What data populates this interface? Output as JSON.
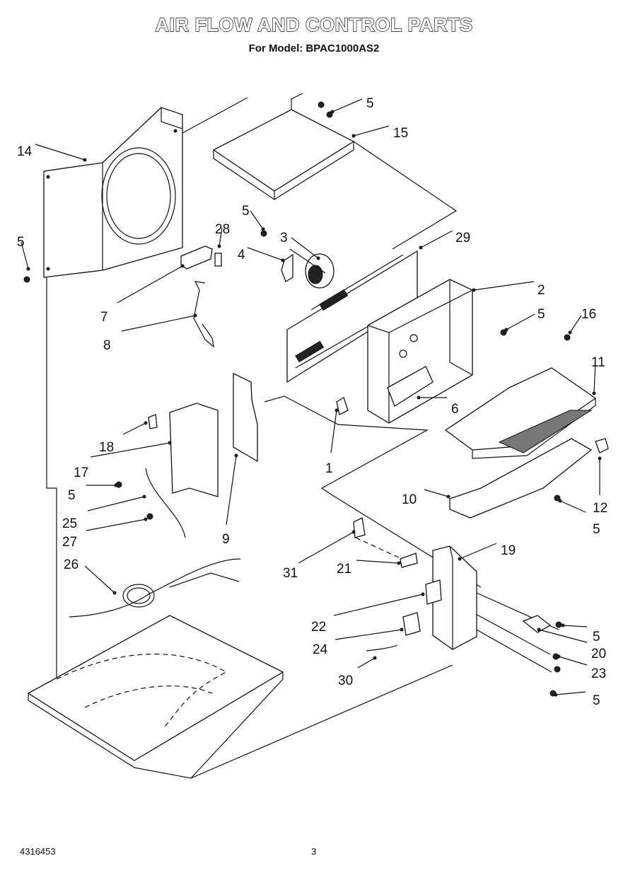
{
  "title": "AIR FLOW AND CONTROL PARTS",
  "subtitle": "For Model: BPAC1000AS2",
  "footer": {
    "doc_number": "4316453",
    "page_number": "3"
  },
  "callouts": [
    {
      "key": "c5a",
      "label": "5"
    },
    {
      "key": "c15",
      "label": "15"
    },
    {
      "key": "c14",
      "label": "14"
    },
    {
      "key": "c5b",
      "label": "5"
    },
    {
      "key": "c28",
      "label": "28"
    },
    {
      "key": "c3",
      "label": "3"
    },
    {
      "key": "c29",
      "label": "29"
    },
    {
      "key": "c5c",
      "label": "5"
    },
    {
      "key": "c4",
      "label": "4"
    },
    {
      "key": "c2",
      "label": "2"
    },
    {
      "key": "c7",
      "label": "7"
    },
    {
      "key": "c5d",
      "label": "5"
    },
    {
      "key": "c16",
      "label": "16"
    },
    {
      "key": "c8",
      "label": "8"
    },
    {
      "key": "c11",
      "label": "11"
    },
    {
      "key": "c6",
      "label": "6"
    },
    {
      "key": "c18",
      "label": "18"
    },
    {
      "key": "c17",
      "label": "17"
    },
    {
      "key": "c1",
      "label": "1"
    },
    {
      "key": "c12",
      "label": "12"
    },
    {
      "key": "c5e",
      "label": "5"
    },
    {
      "key": "c10",
      "label": "10"
    },
    {
      "key": "c25",
      "label": "25"
    },
    {
      "key": "c5f",
      "label": "5"
    },
    {
      "key": "c9",
      "label": "9"
    },
    {
      "key": "c27",
      "label": "27"
    },
    {
      "key": "c31",
      "label": "31"
    },
    {
      "key": "c21",
      "label": "21"
    },
    {
      "key": "c19",
      "label": "19"
    },
    {
      "key": "c26",
      "label": "26"
    },
    {
      "key": "c22",
      "label": "22"
    },
    {
      "key": "c5g",
      "label": "5"
    },
    {
      "key": "c24",
      "label": "24"
    },
    {
      "key": "c20",
      "label": "20"
    },
    {
      "key": "c30",
      "label": "30"
    },
    {
      "key": "c23",
      "label": "23"
    },
    {
      "key": "c5h",
      "label": "5"
    }
  ]
}
